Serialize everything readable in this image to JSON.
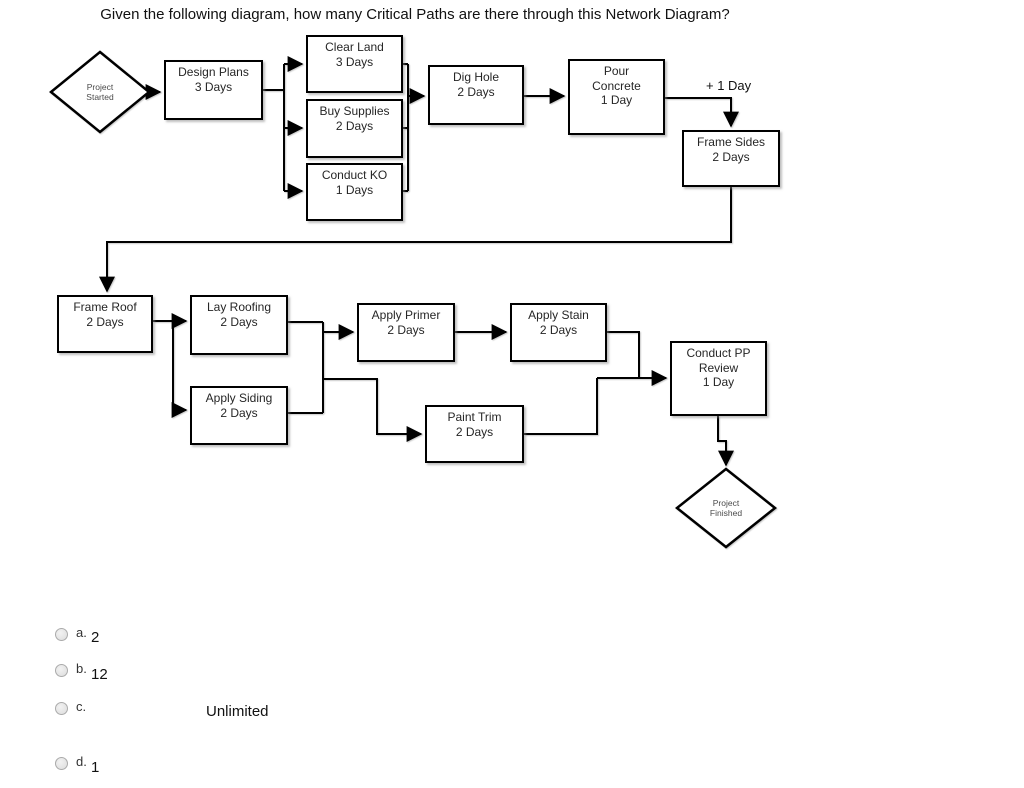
{
  "question": {
    "title": "Given the following diagram, how many Critical Paths are there through this Network Diagram?"
  },
  "diagram": {
    "annotation": "+ 1 Day",
    "nodes": {
      "start": {
        "line1": "Project",
        "line2": "Started"
      },
      "design_plans": {
        "name": "Design Plans",
        "duration": "3 Days"
      },
      "clear_land": {
        "name": "Clear Land",
        "duration": "3 Days"
      },
      "buy_supplies": {
        "name": "Buy Supplies",
        "duration": "2 Days"
      },
      "conduct_ko": {
        "name": "Conduct KO",
        "duration": "1 Days"
      },
      "dig_hole": {
        "name": "Dig Hole",
        "duration": "2 Days"
      },
      "pour_concrete": {
        "line1": "Pour",
        "line2": "Concrete",
        "line3": "1 Day"
      },
      "frame_sides": {
        "name": "Frame Sides",
        "duration": "2 Days"
      },
      "frame_roof": {
        "name": "Frame Roof",
        "duration": "2 Days"
      },
      "lay_roofing": {
        "name": "Lay Roofing",
        "duration": "2 Days"
      },
      "apply_siding": {
        "name": "Apply Siding",
        "duration": "2 Days"
      },
      "apply_primer": {
        "name": "Apply Primer",
        "duration": "2 Days"
      },
      "paint_trim": {
        "name": "Paint Trim",
        "duration": "2 Days"
      },
      "apply_stain": {
        "name": "Apply Stain",
        "duration": "2 Days"
      },
      "conduct_pp": {
        "line1": "Conduct PP",
        "line2": "Review",
        "line3": "1 Day"
      },
      "finish": {
        "line1": "Project",
        "line2": "Finished"
      }
    },
    "colors": {
      "line": "#000000",
      "box_fill": "#ffffff",
      "box_border": "#000000",
      "box_text": "#262626",
      "diamond_text": "#4a4a4a"
    }
  },
  "options": [
    {
      "letter": "a.",
      "value": "2"
    },
    {
      "letter": "b.",
      "value": "12"
    },
    {
      "letter": "c.",
      "value": "Unlimited"
    },
    {
      "letter": "d.",
      "value": "1"
    }
  ]
}
